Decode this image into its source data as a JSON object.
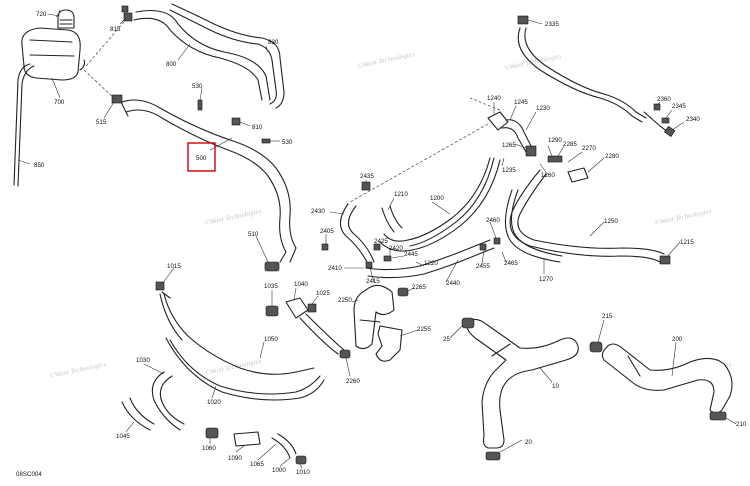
{
  "diagram": {
    "figure_code": "08SC004",
    "highlight_color": "#d10000",
    "watermark": "©Want Technologies",
    "callouts": {
      "c720": "720",
      "c815": "815",
      "c830": "830",
      "c800": "800",
      "c530a": "530",
      "c810": "810",
      "c530b": "530",
      "c515": "515",
      "c700": "700",
      "c850": "850",
      "c500": "500",
      "c510": "510",
      "c2335": "2335",
      "c1240": "1240",
      "c1245": "1245",
      "c1230": "1230",
      "c1265": "1265",
      "c1235": "1235",
      "c1290": "1290",
      "c2285": "2285",
      "c2270": "2270",
      "c2280": "2280",
      "c1260": "1260",
      "c2360": "2360",
      "c2345": "2345",
      "c2340": "2340",
      "c2435": "2435",
      "c1210": "1210",
      "c2430": "2430",
      "c1200": "1200",
      "c2405": "2405",
      "c2425": "2425",
      "c2420": "2420",
      "c2445": "2445",
      "c2410": "2410",
      "c2415": "2415",
      "c1220": "1220",
      "c2440": "2440",
      "c2460": "2460",
      "c2455": "2455",
      "c2465": "2465",
      "c1250": "1250",
      "c1215": "1215",
      "c1270": "1270",
      "c1015": "1015",
      "c1035": "1035",
      "c1040": "1040",
      "c1025": "1025",
      "c2265": "2265",
      "c2250": "2250",
      "c2255": "2255",
      "c2260": "2260",
      "c1030": "1030",
      "c1050": "1050",
      "c1020": "1020",
      "c1045": "1045",
      "c1060": "1060",
      "c1090": "1090",
      "c1065": "1065",
      "c1000": "1000",
      "c1010": "1010",
      "c25": "25",
      "c10": "10",
      "c20": "20",
      "c215": "215",
      "c200": "200",
      "c210": "210"
    }
  }
}
